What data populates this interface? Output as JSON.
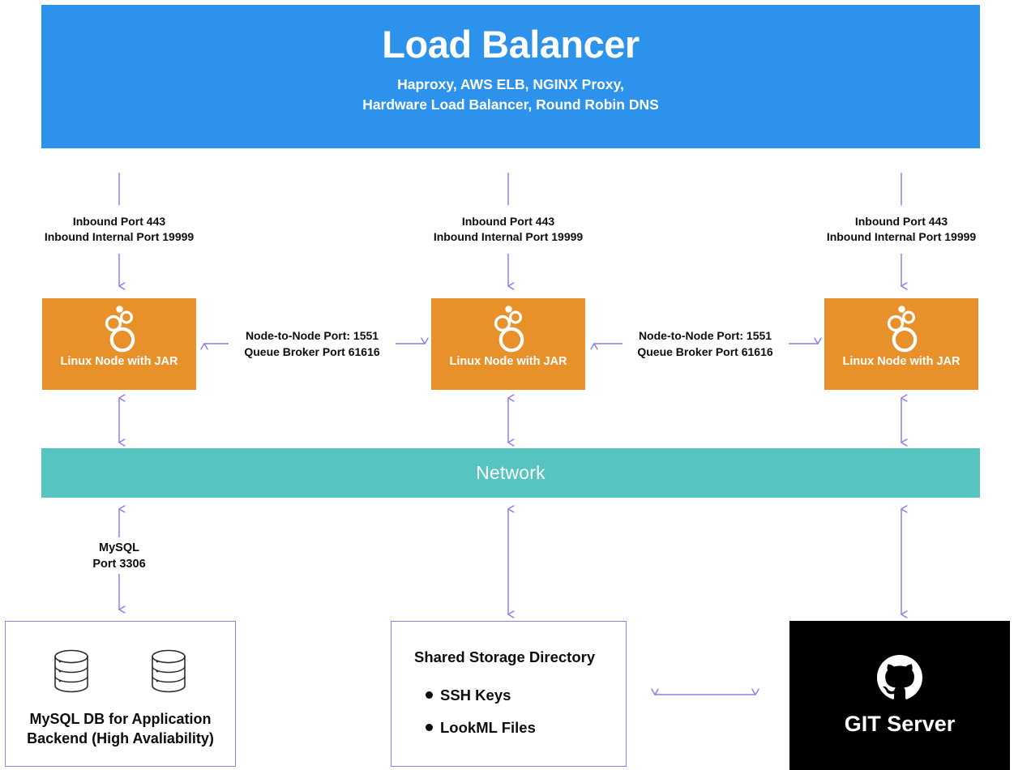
{
  "colors": {
    "load_balancer_blue": "#2c92ec",
    "node_orange": "#e8912a",
    "network_teal": "#56c4c0",
    "arrow_purple": "#8f7fe8",
    "git_black": "#000000",
    "text_black": "#0d0d0d",
    "white": "#ffffff"
  },
  "load_balancer": {
    "title": "Load Balancer",
    "subtitle_line1": "Haproxy, AWS ELB, NGINX Proxy,",
    "subtitle_line2": "Hardware Load Balancer, Round Robin DNS"
  },
  "inbound_labels": [
    {
      "line1": "Inbound Port 443",
      "line2": "Inbound Internal Port 19999"
    },
    {
      "line1": "Inbound Port 443",
      "line2": "Inbound Internal Port 19999"
    },
    {
      "line1": "Inbound Port 443",
      "line2": "Inbound Internal Port 19999"
    }
  ],
  "nodes": [
    {
      "label": "Linux Node with JAR",
      "icon": "looker-bubbles-icon"
    },
    {
      "label": "Linux Node with JAR",
      "icon": "looker-bubbles-icon"
    },
    {
      "label": "Linux Node with JAR",
      "icon": "looker-bubbles-icon"
    }
  ],
  "node_links": [
    {
      "line1": "Node-to-Node Port: 1551",
      "line2": "Queue Broker Port 61616"
    },
    {
      "line1": "Node-to-Node Port: 1551",
      "line2": "Queue Broker Port 61616"
    }
  ],
  "network": {
    "label": "Network"
  },
  "mysql_link": {
    "line1": "MySQL",
    "line2": "Port 3306"
  },
  "database_box": {
    "caption_line1": "MySQL DB for Application",
    "caption_line2": "Backend (High Avaliability)",
    "icon_left": "database-cylinder-icon",
    "icon_right": "database-cylinder-icon"
  },
  "storage_box": {
    "title": "Shared Storage Directory",
    "items": [
      "SSH Keys",
      "LookML Files"
    ]
  },
  "git_box": {
    "label": "GIT Server",
    "icon": "github-octocat-icon"
  }
}
